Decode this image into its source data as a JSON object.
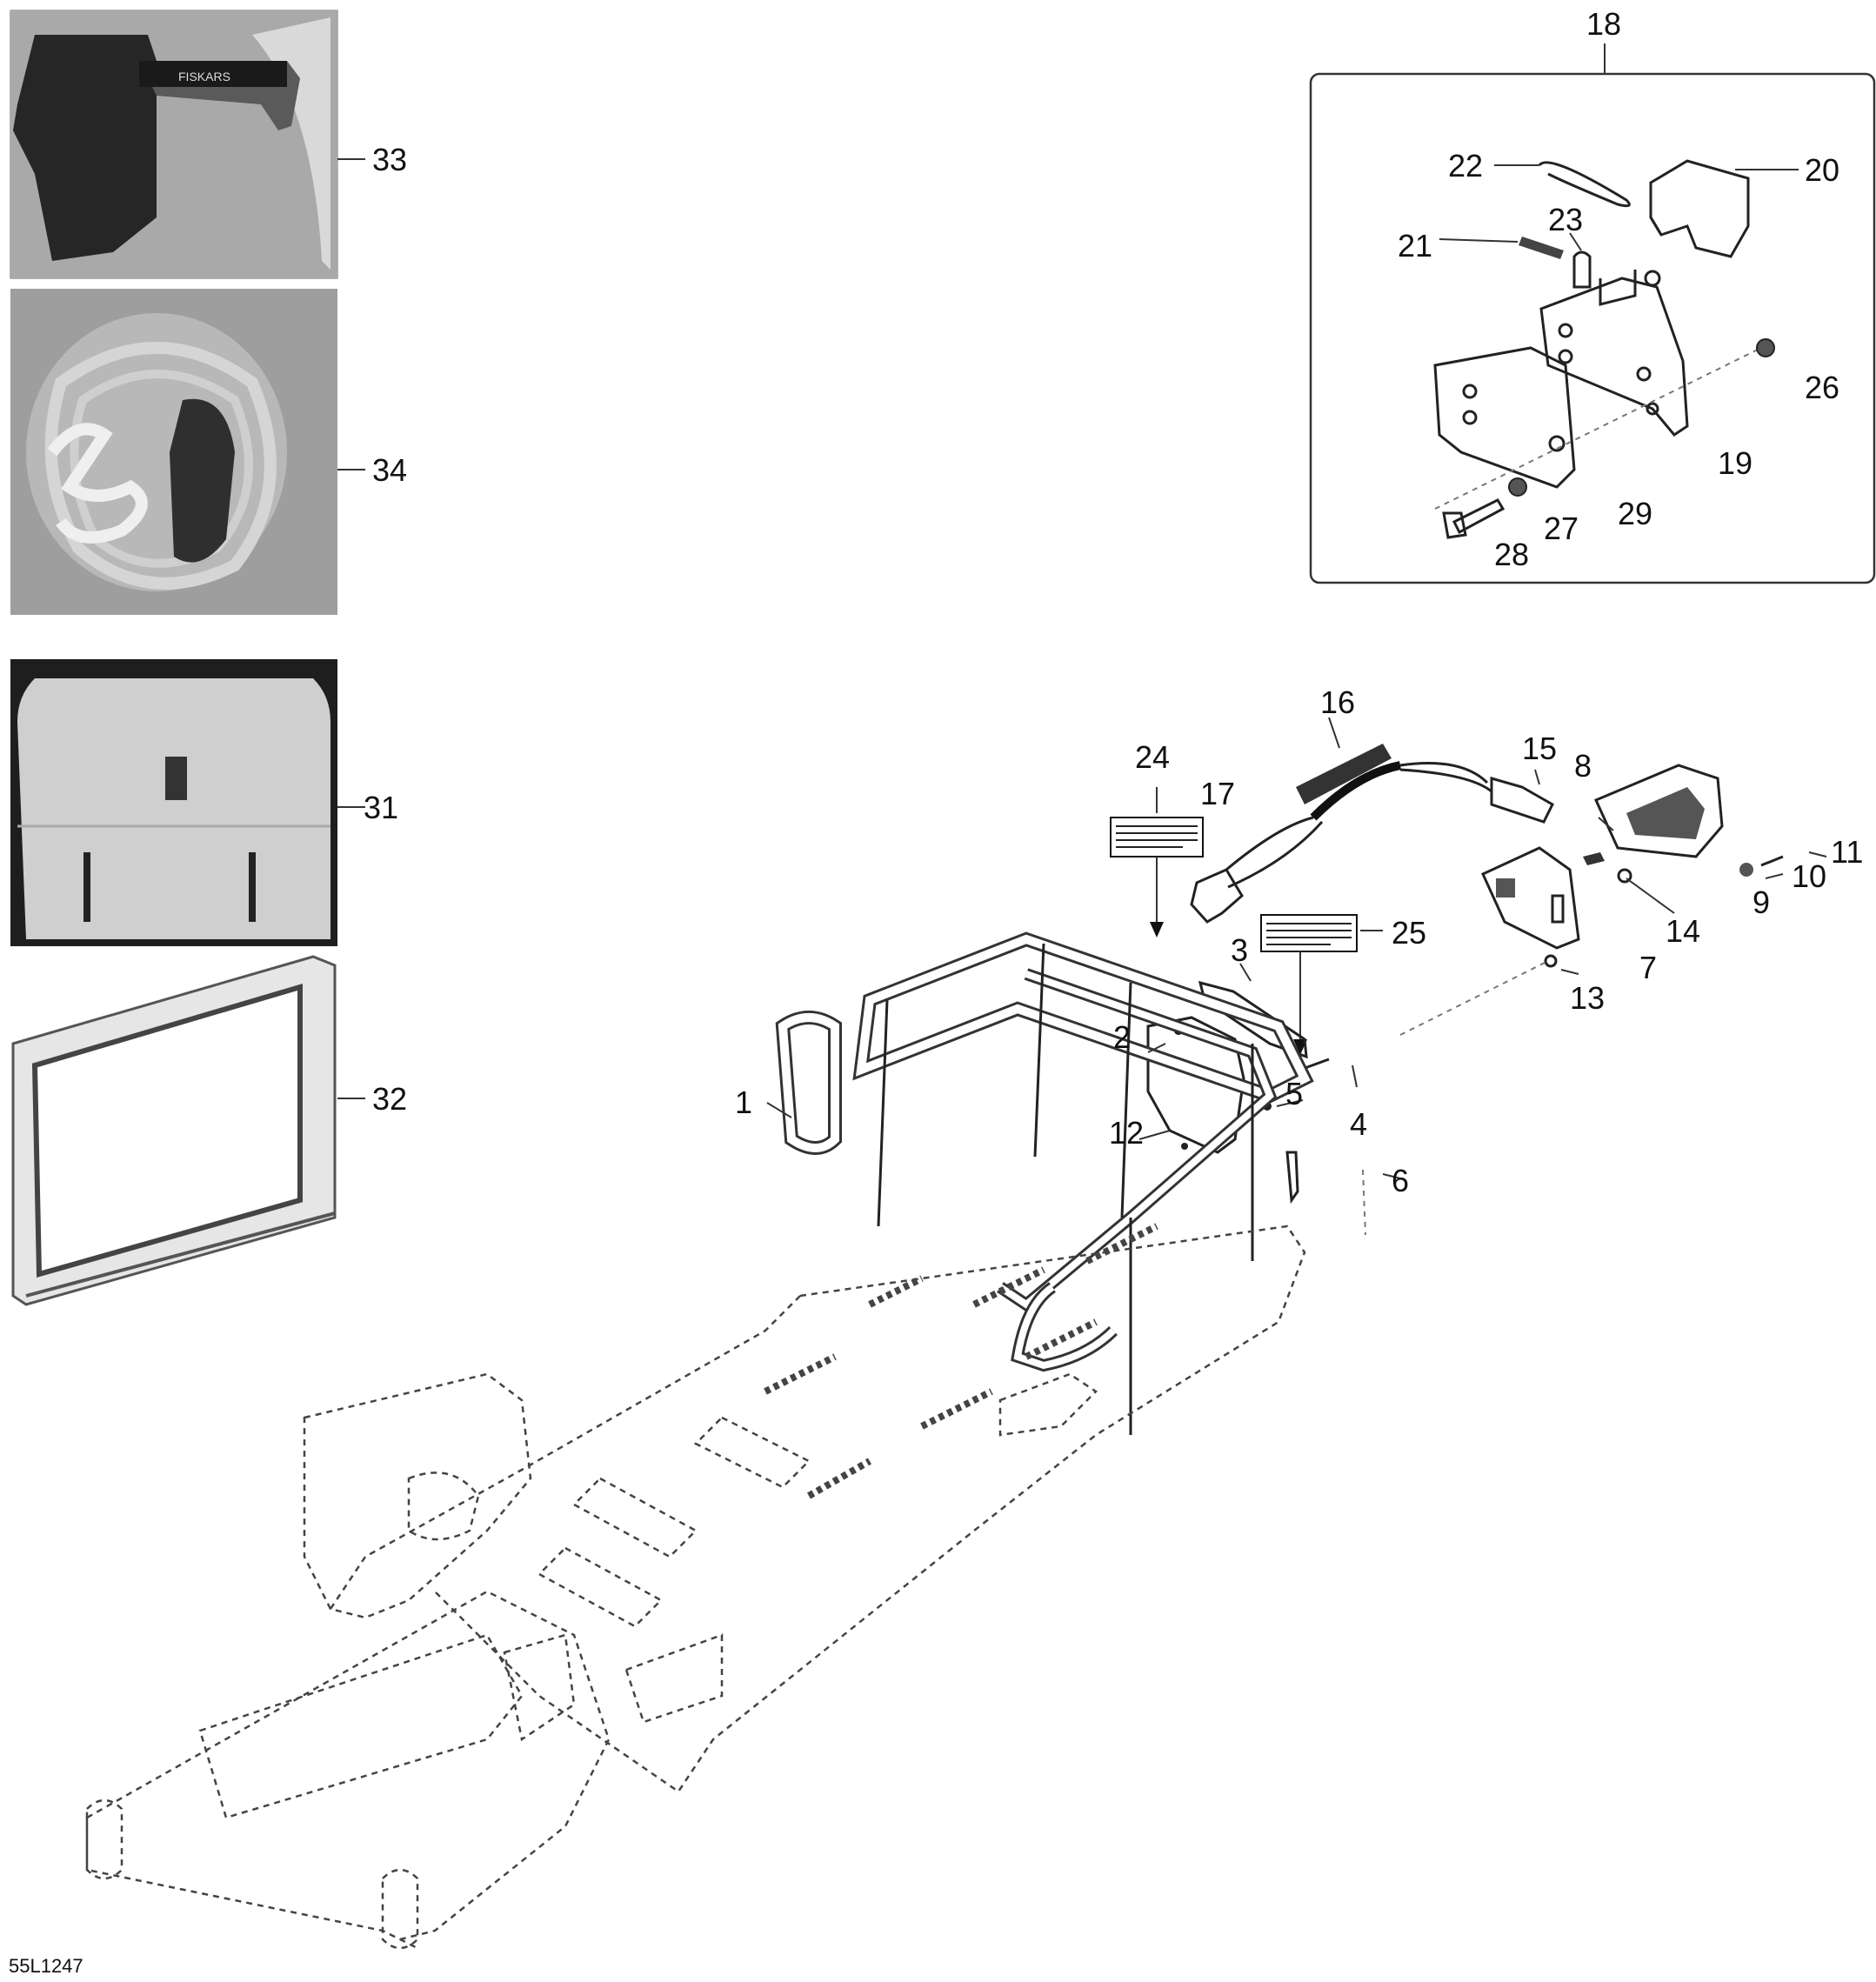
{
  "diagram": {
    "code": "55L1247",
    "callouts": {
      "c1": "1",
      "c2": "2",
      "c3": "3",
      "c4": "4",
      "c5": "5",
      "c6": "6",
      "c7": "7",
      "c8": "8",
      "c9": "9",
      "c10": "10",
      "c11": "11",
      "c12": "12",
      "c13": "13",
      "c14": "14",
      "c15": "15",
      "c16": "16",
      "c17": "17",
      "c18": "18",
      "c19": "19",
      "c20": "20",
      "c21": "21",
      "c22": "22",
      "c23": "23",
      "c24": "24",
      "c25": "25",
      "c26": "26",
      "c27": "27",
      "c28": "28",
      "c29": "29",
      "c31": "31",
      "c32": "32",
      "c33": "33",
      "c34": "34"
    },
    "axe_brand": "FISKARS"
  }
}
